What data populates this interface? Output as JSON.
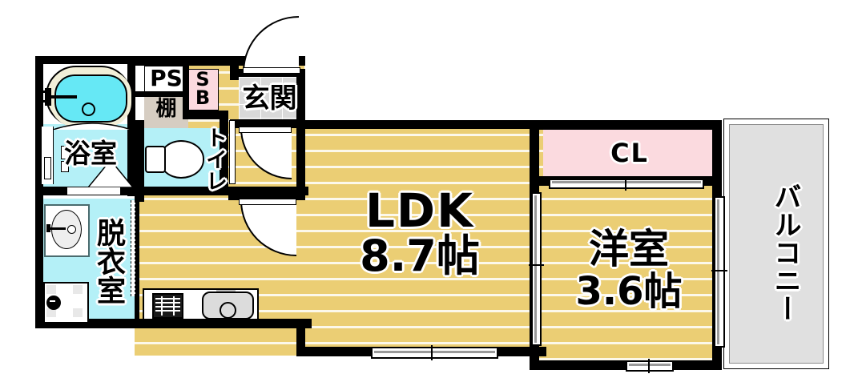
{
  "plan": {
    "type": "japanese-apartment-floor-plan",
    "rooms": [
      {
        "id": "ldk",
        "label": "LDK",
        "area": "8.7帖",
        "floor": "wood"
      },
      {
        "id": "youshitsu",
        "label": "洋室",
        "area": "3.6帖",
        "floor": "wood"
      },
      {
        "id": "yokushitsu",
        "label": "浴室",
        "area": "",
        "floor": "wet"
      },
      {
        "id": "datsuishitsu",
        "label": "脱衣室",
        "area": "",
        "floor": "wet"
      },
      {
        "id": "toilet",
        "label": "トイレ",
        "area": "",
        "floor": "wet"
      },
      {
        "id": "genkan",
        "label": "玄関",
        "area": "",
        "floor": "tile"
      },
      {
        "id": "balcony",
        "label": "バルコニー",
        "area": "",
        "floor": "concrete"
      }
    ],
    "annotations": [
      {
        "id": "ps",
        "label": "PS"
      },
      {
        "id": "tana",
        "label": "棚"
      },
      {
        "id": "sb",
        "label": "SB"
      },
      {
        "id": "cl",
        "label": "CL"
      }
    ],
    "labels": {
      "ldk_name": "LDK",
      "ldk_area": "8.7帖",
      "youshitsu_name": "洋室",
      "youshitsu_area": "3.6帖",
      "yokushitsu": "浴室",
      "datsuishitsu": "脱衣室",
      "toilet": "トイレ",
      "genkan": "玄関",
      "balcony": "バルコニー",
      "ps": "PS",
      "tana": "棚",
      "sb": "SB",
      "cl": "CL"
    },
    "colors": {
      "wall": "#000000",
      "wood_floor": "#ebce74",
      "wet_floor": "#b4f0f7",
      "closet_pink": "#fbdadf",
      "shelf_tan": "#d6cdc2",
      "balcony_gray": "#e0e0e0",
      "genkan_tile": "#d9d9d9",
      "tub_water": "#66e8f5",
      "background": "#ffffff"
    },
    "fixtures": [
      {
        "id": "bathtub",
        "name": "bathtub"
      },
      {
        "id": "washbasin",
        "name": "washbasin-vanity"
      },
      {
        "id": "washer-pan",
        "name": "washing-machine-pan"
      },
      {
        "id": "toilet-bowl",
        "name": "toilet-bowl"
      },
      {
        "id": "gas-stove",
        "name": "gas-stove-2-burner"
      },
      {
        "id": "kitchen-sink",
        "name": "kitchen-sink"
      }
    ]
  }
}
